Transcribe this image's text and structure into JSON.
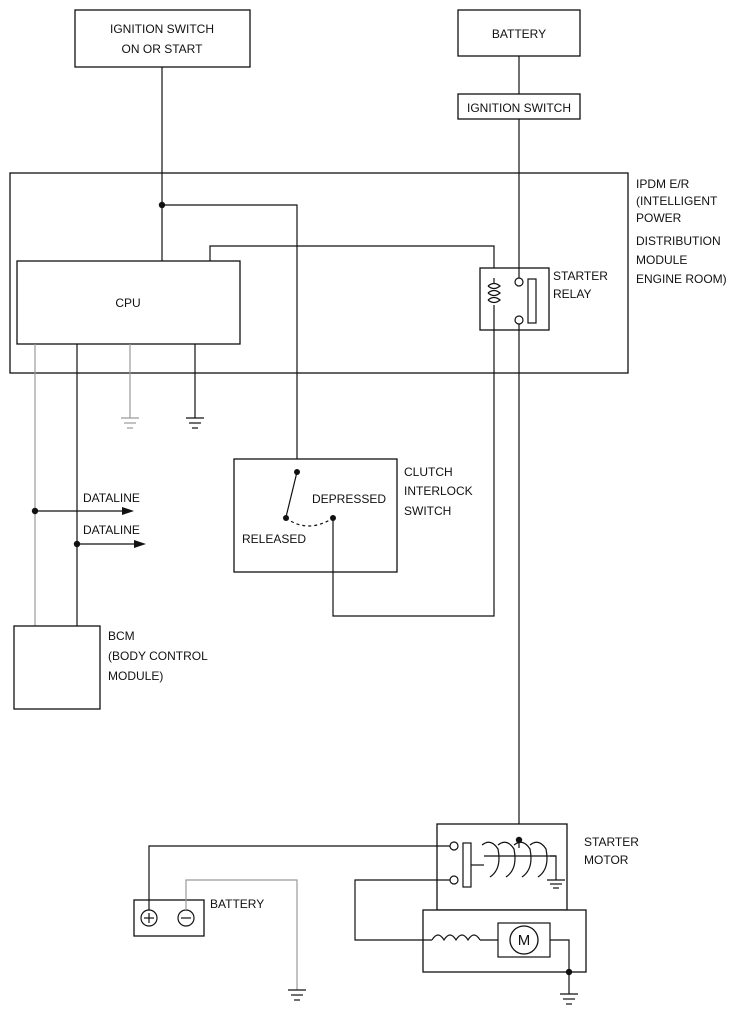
{
  "labels": {
    "ignition_switch_on_or_start": [
      "IGNITION SWITCH",
      "ON OR START"
    ],
    "battery_top": "BATTERY",
    "ignition_switch_fuse": "IGNITION SWITCH",
    "ipdm": [
      "IPDM E/R",
      "(INTELLIGENT",
      "POWER",
      "DISTRIBUTION",
      "MODULE",
      "ENGINE ROOM)"
    ],
    "cpu": "CPU",
    "starter_relay": [
      "STARTER",
      "RELAY"
    ],
    "clutch_interlock_switch": [
      "CLUTCH",
      "INTERLOCK",
      "SWITCH"
    ],
    "depressed": "DEPRESSED",
    "released": "RELEASED",
    "dataline_1": "DATALINE",
    "dataline_2": "DATALINE",
    "bcm": [
      "BCM",
      "(BODY CONTROL",
      "MODULE)"
    ],
    "starter_motor": [
      "STARTER",
      "MOTOR"
    ],
    "battery_bottom": "BATTERY",
    "motor_symbol": "M"
  }
}
